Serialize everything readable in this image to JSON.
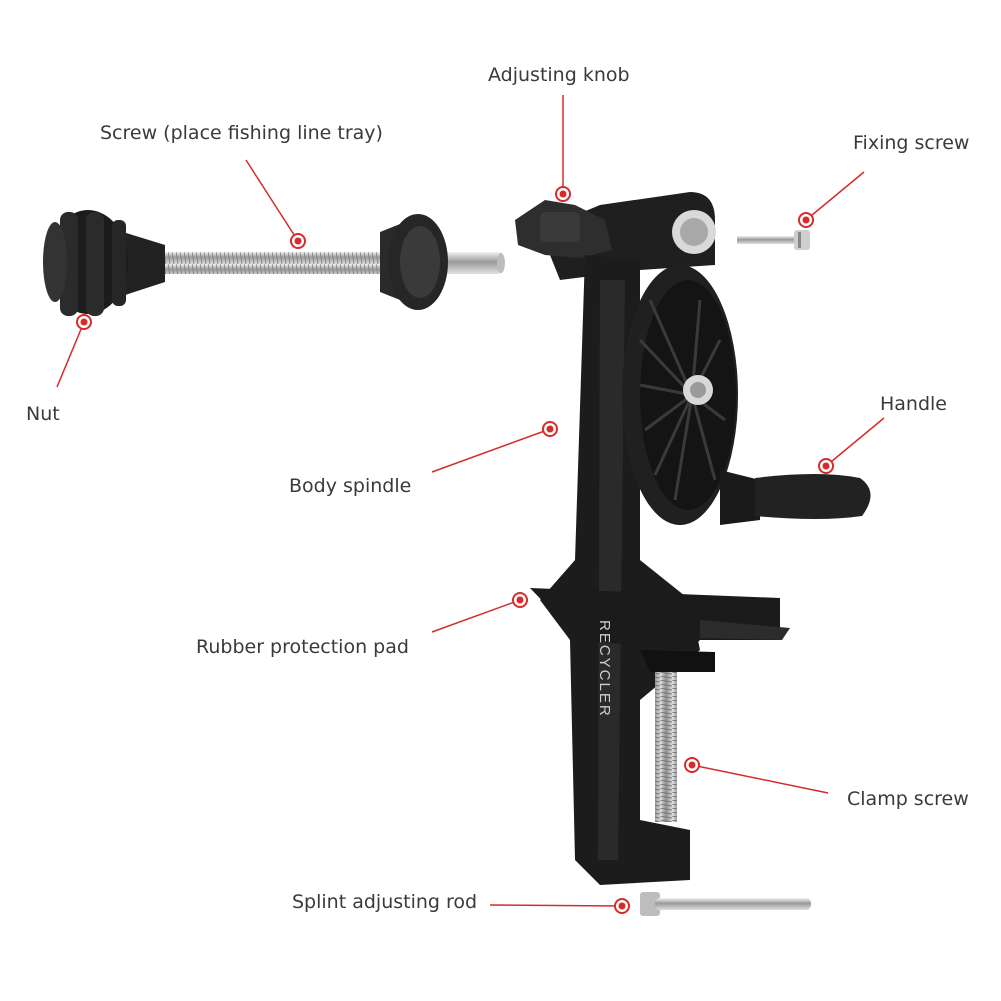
{
  "labels": {
    "adjusting_knob": "Adjusting knob",
    "screw": "Screw (place fishing line tray)",
    "fixing_screw": "Fixing screw",
    "nut": "Nut",
    "handle": "Handle",
    "body_spindle": "Body spindle",
    "rubber_pad": "Rubber protection pad",
    "clamp_screw": "Clamp screw",
    "splint_rod": "Splint adjusting rod"
  },
  "product_text": "RECYCLER",
  "colors": {
    "callout": "#d62b2b",
    "text": "#3a3a3a",
    "body": "#1e1e1e"
  }
}
